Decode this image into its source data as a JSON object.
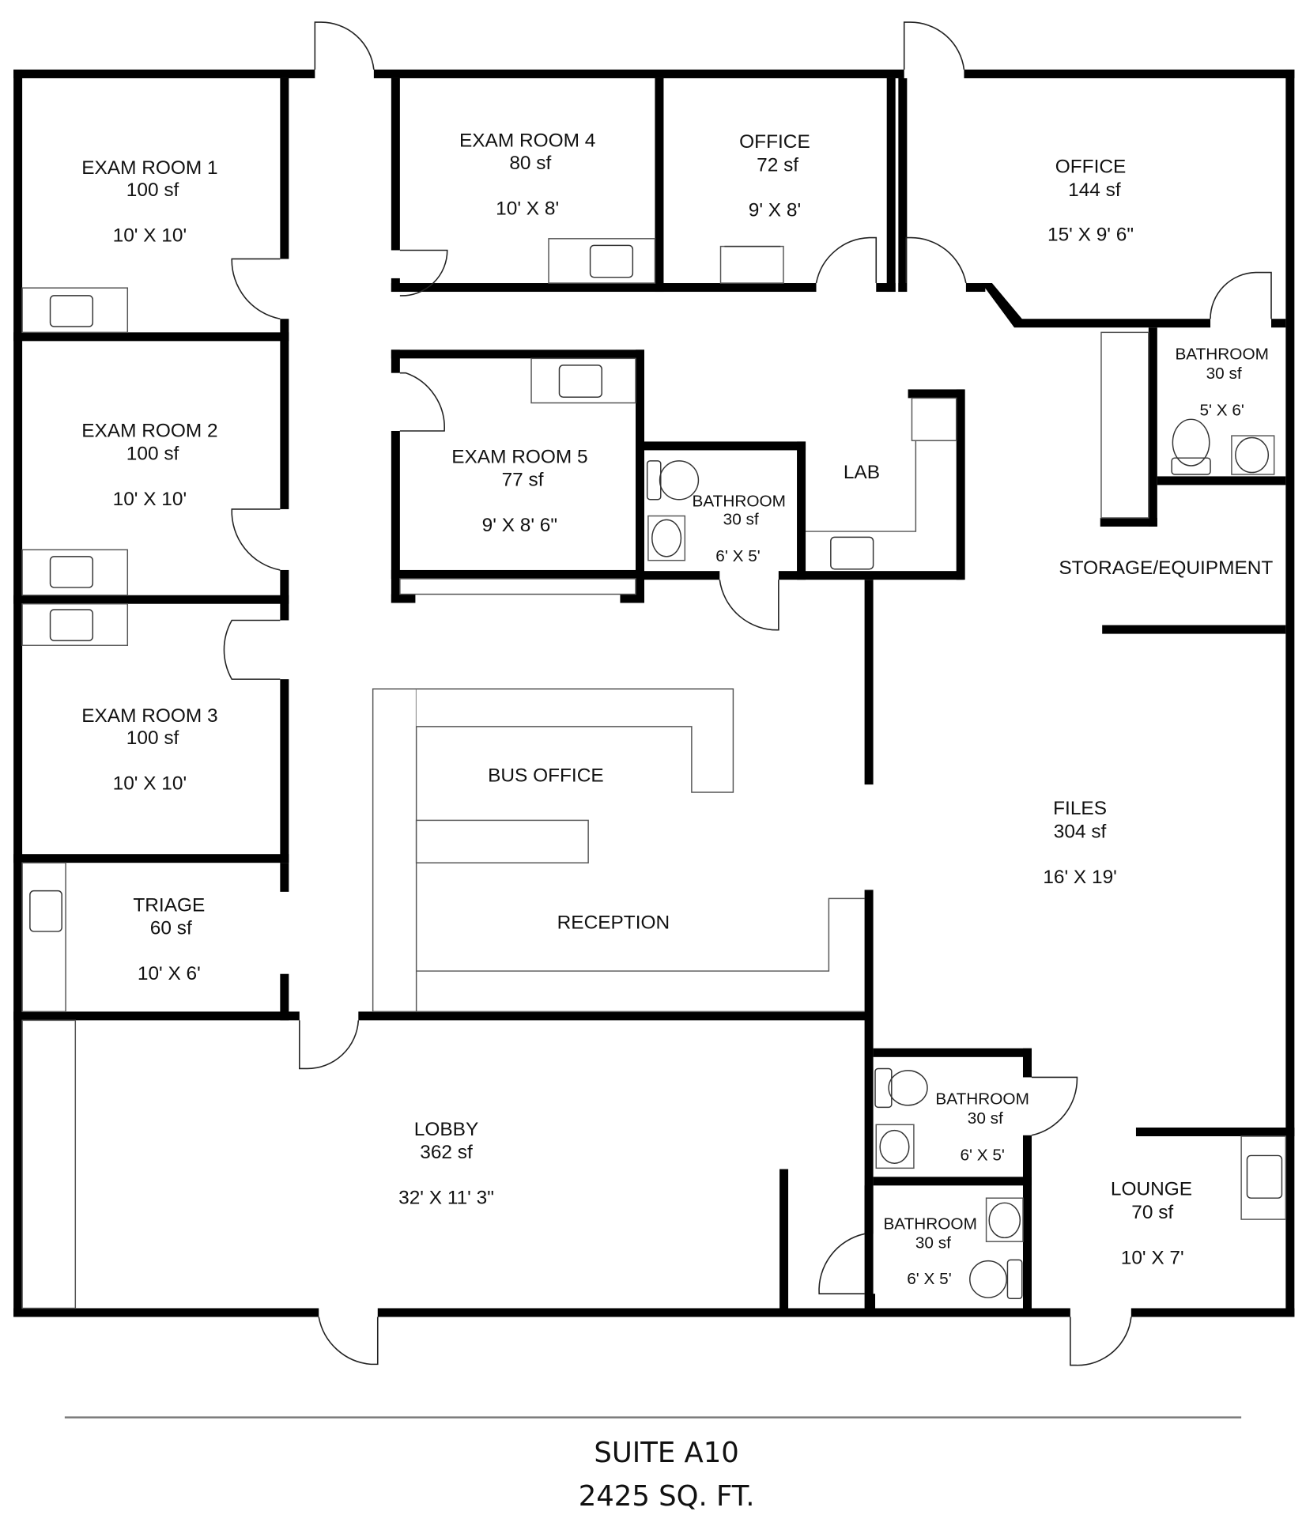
{
  "plan": {
    "rooms": {
      "exam_room_1": {
        "name": "EXAM ROOM 1",
        "area": "100 sf",
        "dims": "10' X 10'"
      },
      "exam_room_2": {
        "name": "EXAM ROOM 2",
        "area": "100 sf",
        "dims": "10' X 10'"
      },
      "exam_room_3": {
        "name": "EXAM ROOM 3",
        "area": "100 sf",
        "dims": "10' X 10'"
      },
      "exam_room_4": {
        "name": "EXAM ROOM 4",
        "area": "80 sf",
        "dims": "10' X 8'"
      },
      "exam_room_5": {
        "name": "EXAM ROOM 5",
        "area": "77 sf",
        "dims": "9' X 8' 6\""
      },
      "office_small": {
        "name": "OFFICE",
        "area": "72 sf",
        "dims": "9' X 8'"
      },
      "office_large": {
        "name": "OFFICE",
        "area": "144 sf",
        "dims": "15' X 9' 6\""
      },
      "triage": {
        "name": "TRIAGE",
        "area": "60 sf",
        "dims": "10' X 6'"
      },
      "bathroom_center": {
        "name": "BATHROOM",
        "area": "30 sf",
        "dims": "6' X 5'"
      },
      "bathroom_ne": {
        "name": "BATHROOM",
        "area": "30 sf",
        "dims": "5' X 6'"
      },
      "bathroom_se_upper": {
        "name": "BATHROOM",
        "area": "30 sf",
        "dims": "6' X 5'"
      },
      "bathroom_se_lower": {
        "name": "BATHROOM",
        "area": "30 sf",
        "dims": "6' X 5'"
      },
      "lab": {
        "name": "LAB"
      },
      "storage": {
        "name": "STORAGE/EQUIPMENT"
      },
      "bus_office": {
        "name": "BUS OFFICE"
      },
      "reception": {
        "name": "RECEPTION"
      },
      "files": {
        "name": "FILES",
        "area": "304 sf",
        "dims": "16' X 19'"
      },
      "lobby": {
        "name": "LOBBY",
        "area": "362 sf",
        "dims": "32' X 11' 3\""
      },
      "lounge": {
        "name": "LOUNGE",
        "area": "70 sf",
        "dims": "10' X 7'"
      }
    }
  },
  "footer": {
    "suite": "SUITE A10",
    "total_area": "2425 SQ. FT."
  },
  "colors": {
    "wall": "#000000",
    "background": "#ffffff",
    "fixture_line": "#555555"
  }
}
